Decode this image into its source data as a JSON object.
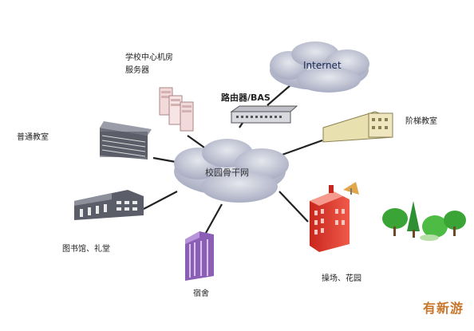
{
  "nodes": {
    "server": {
      "line1": "学校中心机房",
      "line2": "服务器"
    },
    "router": "路由器/BAS",
    "internet": "Internet",
    "step_classroom": "阶梯教室",
    "normal_classroom": "普通教室",
    "backbone": "校园骨干网",
    "library": "图书馆、礼堂",
    "dorm": "宿舍",
    "playground": "操场、花园"
  },
  "watermark": "有新游",
  "colors": {
    "cloud_fill": "#c9cbd8",
    "link": "#222222",
    "dorm": "#8a5fb5",
    "tower": "#e23b2e",
    "tree": "#3aa536",
    "watermark": "#c8752a"
  }
}
